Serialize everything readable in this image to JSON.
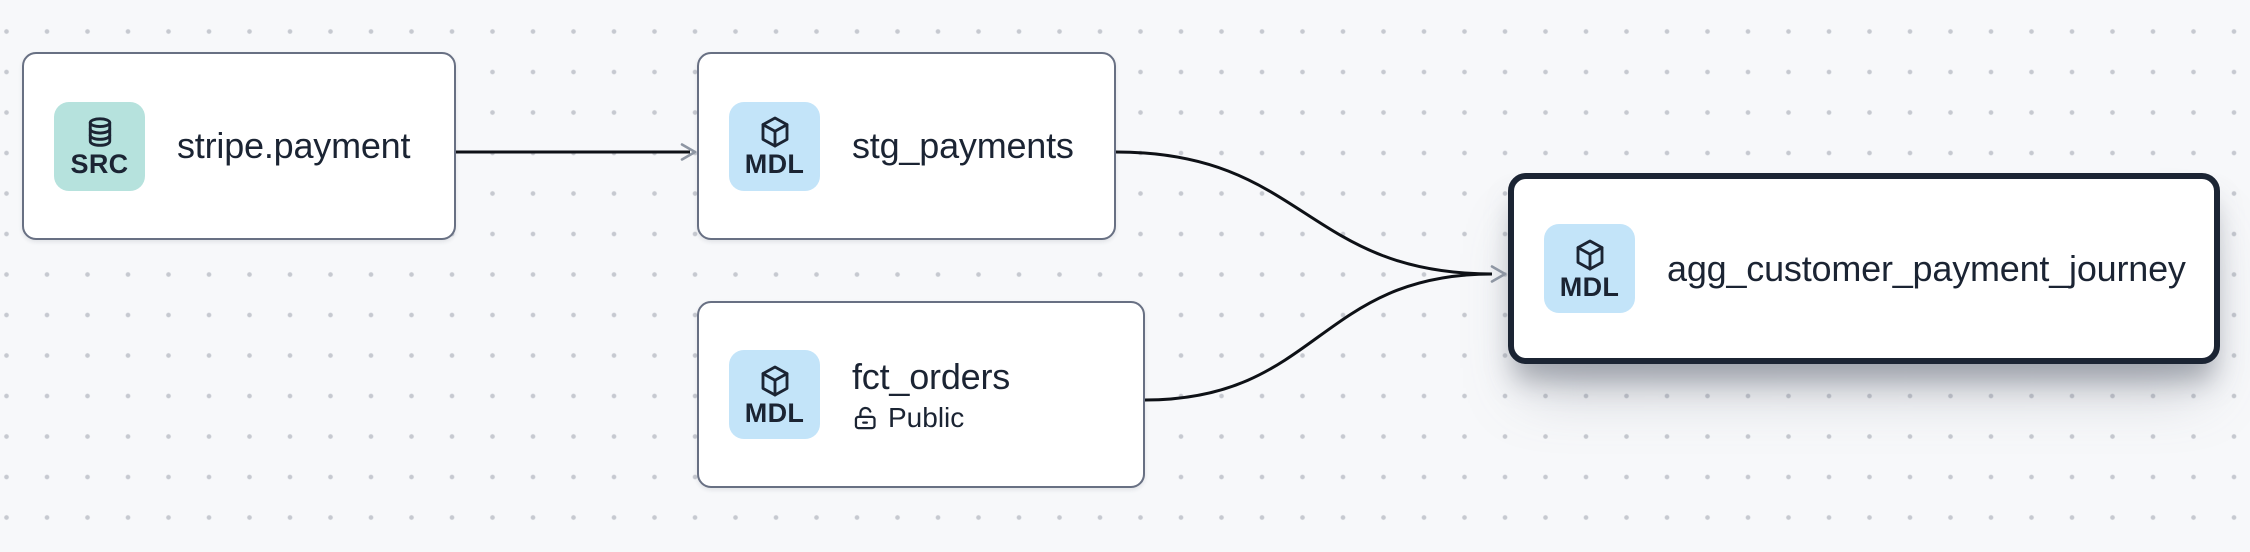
{
  "canvas": {
    "background_color": "#f7f8fa",
    "dot_color": "#c6c9d0"
  },
  "nodes": [
    {
      "title": "stripe.payment",
      "type_badge": "SRC",
      "type_icon": "database-icon",
      "icon_bg": "#b6e2dd",
      "selected": false
    },
    {
      "title": "stg_payments",
      "type_badge": "MDL",
      "type_icon": "cube-icon",
      "icon_bg": "#c3e4f9",
      "selected": false
    },
    {
      "title": "fct_orders",
      "type_badge": "MDL",
      "type_icon": "cube-icon",
      "icon_bg": "#c3e4f9",
      "access_icon": "unlock-icon",
      "access_label": "Public",
      "selected": false
    },
    {
      "title": "agg_customer_payment_journey",
      "type_badge": "MDL",
      "type_icon": "cube-icon",
      "icon_bg": "#c3e4f9",
      "selected": true
    }
  ],
  "edges": [
    {
      "source": "stripe.payment",
      "target": "stg_payments"
    },
    {
      "source": "stg_payments",
      "target": "agg_customer_payment_journey"
    },
    {
      "source": "fct_orders",
      "target": "agg_customer_payment_journey"
    }
  ],
  "colors": {
    "edge": "#0e1116",
    "arrowhead": "#8e96a3",
    "node_border": "#687083",
    "selected_node_border": "#1b2433",
    "text": "#1b2433"
  }
}
